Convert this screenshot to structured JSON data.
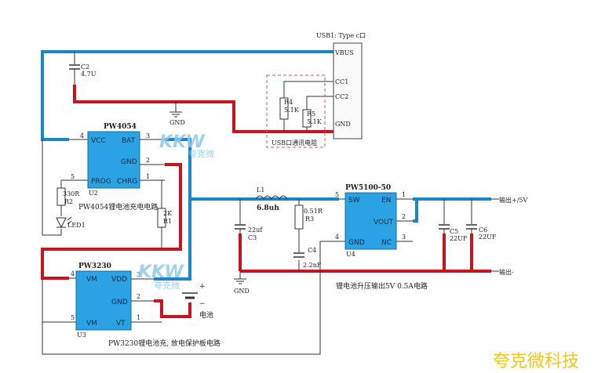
{
  "usb": {
    "title": "USB1: Type c口",
    "vbus": "VBUS",
    "cc1": "CC1",
    "cc2": "CC2",
    "gnd": "GND",
    "r4_ref": "R4",
    "r4_val": "5.1K",
    "r5_ref": "R5",
    "r5_val": "5.1K",
    "section_label": "USB口通讯电阻"
  },
  "c2": {
    "ref": "C2",
    "val": "4.7U"
  },
  "gnd_top": "GND",
  "pw4054": {
    "name": "PW4054",
    "ref": "U2",
    "vcc": "VCC",
    "bat": "BAT",
    "gnd": "GND",
    "prog": "PROG",
    "chrg": "CHRG",
    "pin4": "4",
    "pin3": "3",
    "pin2": "2",
    "pin5": "5",
    "pin1": "1",
    "caption": "PW4054锂电池充电电路"
  },
  "r2": {
    "ref": "R2",
    "val": "330R"
  },
  "led1": "LED1",
  "r1": {
    "ref": "R1",
    "val": "2K"
  },
  "pw3230": {
    "name": "PW3230",
    "ref": "U3",
    "vm1": "VM",
    "vdd": "VDD",
    "gnd": "GND",
    "vm2": "VM",
    "vt": "VT",
    "pin4": "4",
    "pin3": "3",
    "pin2": "2",
    "pin5": "5",
    "pin1": "1",
    "caption": "PW3230锂电池充, 放电保护板电路"
  },
  "battery": {
    "label": "电池",
    "plus": "+",
    "minus": "−"
  },
  "l1": {
    "ref": "L1",
    "val": "6.8uh"
  },
  "c3": {
    "ref": "C3",
    "val": "22uf"
  },
  "r3": {
    "ref": "R3",
    "val": "0.51R"
  },
  "c4": {
    "ref": "C4",
    "val": "2.2nF"
  },
  "gnd_bottom": "GND",
  "pw5100": {
    "name": "PW5100-50",
    "ref": "U4",
    "sw": "SW",
    "en": "EN",
    "vout": "VOUT",
    "gnd": "GND",
    "nc": "NC",
    "pin5": "5",
    "pin1": "1",
    "pin2": "2",
    "pin4": "4",
    "pin3": "3",
    "caption": "锂电池升压输出5V 0.5A电路"
  },
  "c5": {
    "ref": "C5",
    "val": "22UF"
  },
  "c6": {
    "ref": "C6",
    "val": "22UF"
  },
  "out_plus": "输出+/5V",
  "out_minus": "输出-",
  "watermarks": {
    "logo1_text": "KKW",
    "logo1_sub": "夸克微",
    "logo2_text": "KKW",
    "logo2_sub": "夸克微",
    "corner": "夸克微科技"
  },
  "colors": {
    "blue_net": "#1a86c8",
    "red_net": "#c8141e",
    "chip_fill": "#2aa2e4",
    "watermark": "#f5c518",
    "dashed_box": "#e05050"
  }
}
